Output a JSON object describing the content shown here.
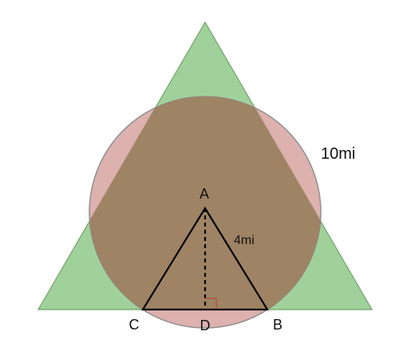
{
  "diagram": {
    "points": {
      "a": "A",
      "b": "B",
      "c": "C",
      "d": "D"
    },
    "labels": {
      "outer_triangle_measure": "10mi",
      "inner_side_measure": "4mi"
    },
    "colors": {
      "outer_triangle": "#90c98a",
      "circle": "#c8817c",
      "overlap": "#9a7f5f",
      "lines": "#000000",
      "right_angle_marker": "#c0392b"
    }
  }
}
